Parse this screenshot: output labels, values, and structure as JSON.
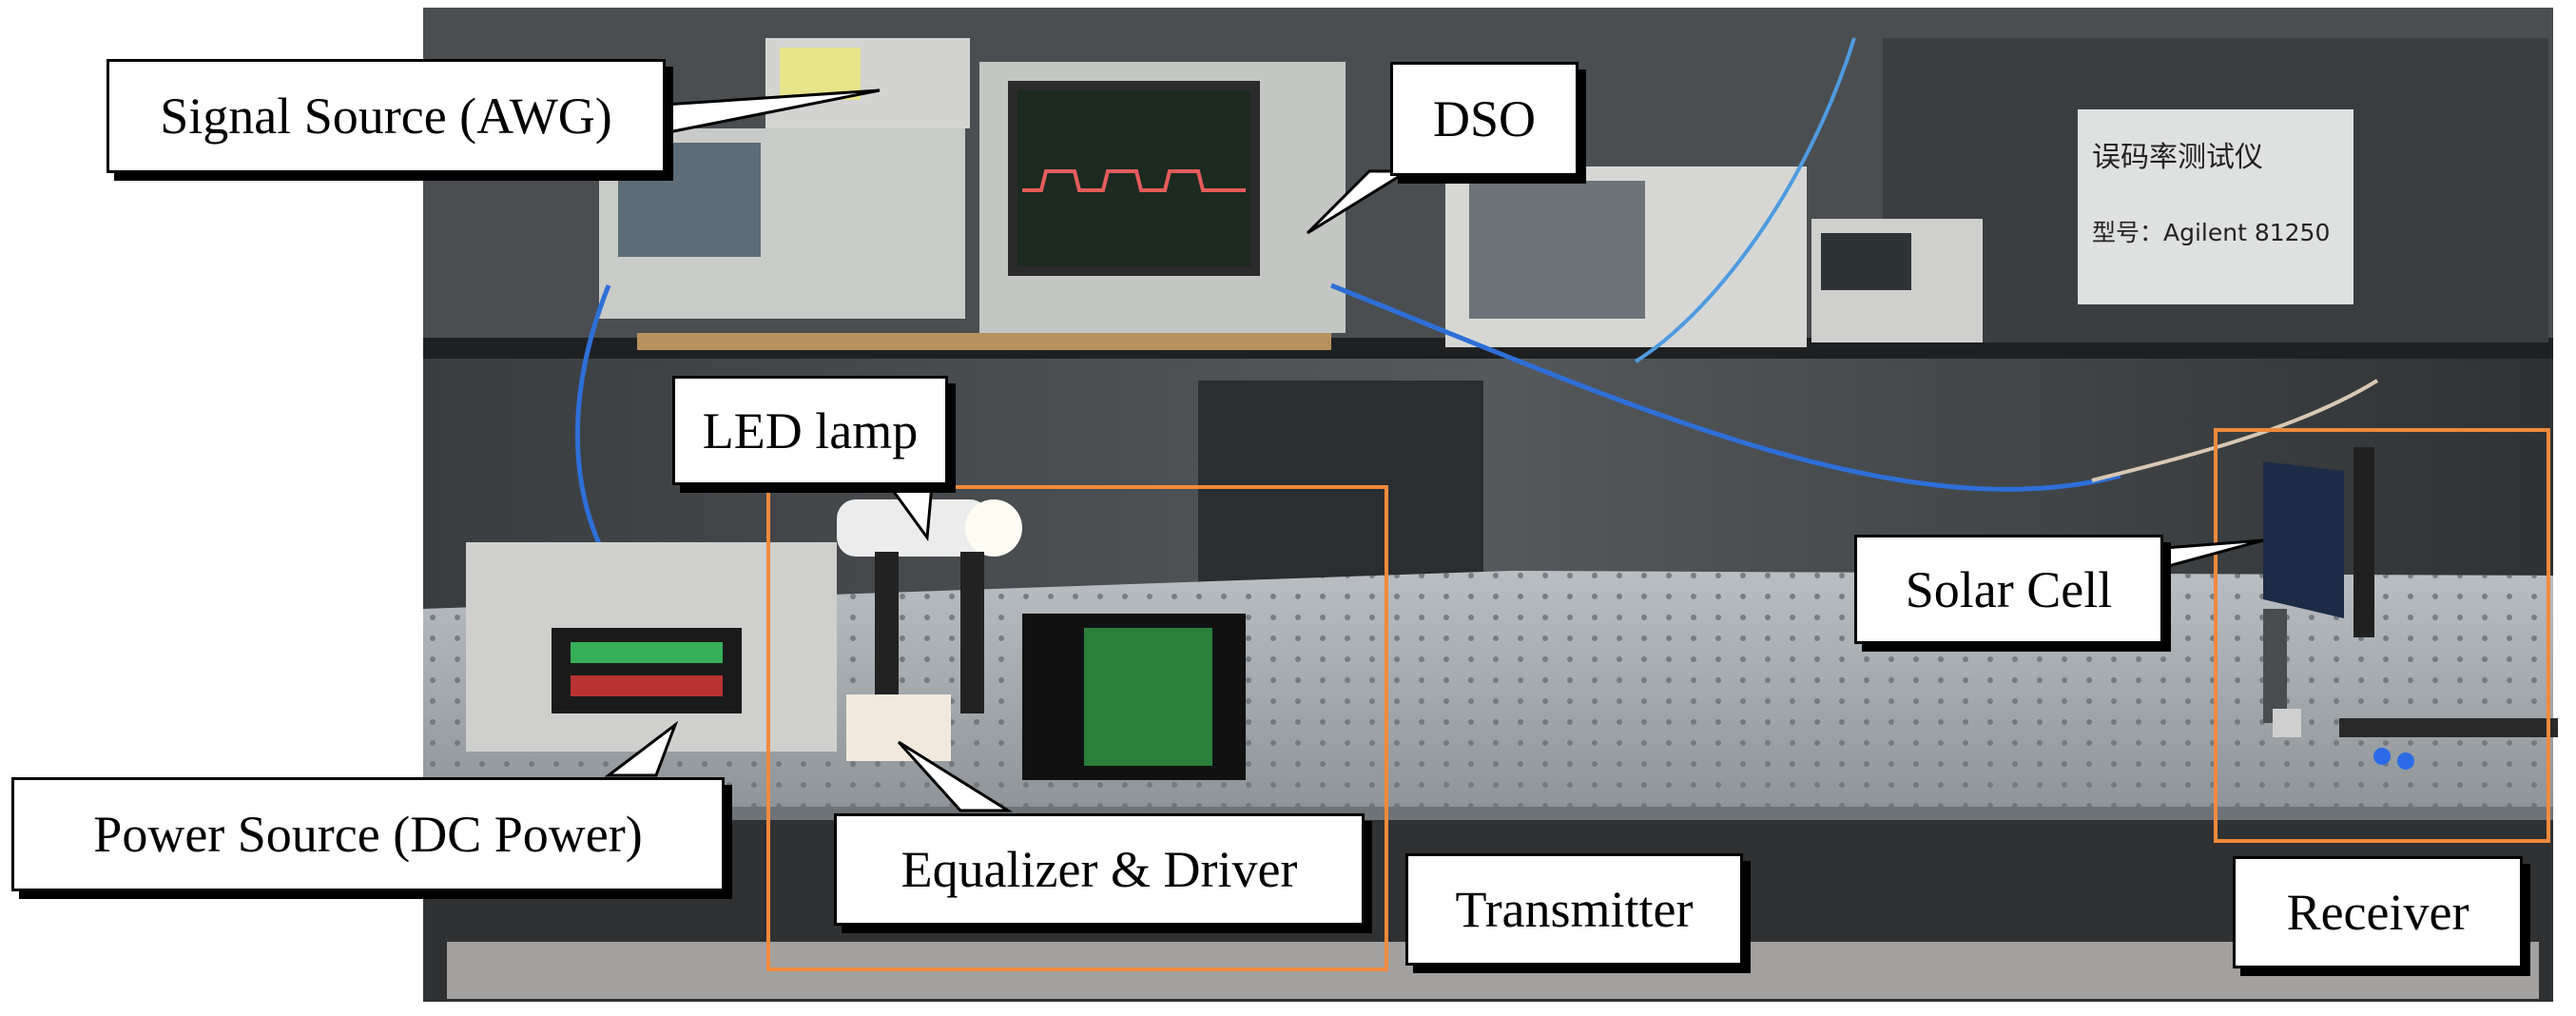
{
  "labels": {
    "signal_source": "Signal Source (AWG)",
    "dso": "DSO",
    "led_lamp": "LED lamp",
    "solar_cell": "Solar Cell",
    "power_source": "Power Source (DC Power)",
    "equalizer_driver": "Equalizer & Driver",
    "transmitter": "Transmitter",
    "receiver": "Receiver"
  },
  "sign": {
    "line1": "误码率测试仪",
    "line2": "型号：Agilent 81250"
  },
  "colors": {
    "highlight_box": "#f08a3c",
    "label_border": "#000000"
  }
}
